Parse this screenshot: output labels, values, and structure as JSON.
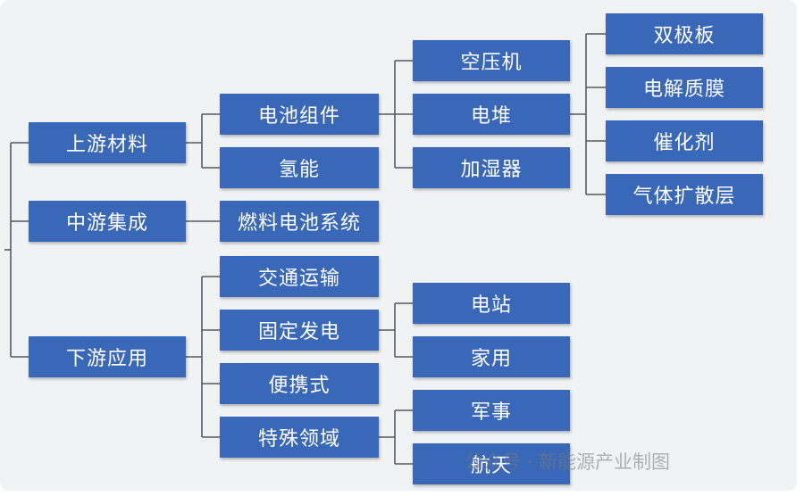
{
  "diagram": {
    "level1": {
      "upstream": "上游材料",
      "midstream": "中游集成",
      "downstream": "下游应用"
    },
    "level2": {
      "battery_components": "电池组件",
      "hydrogen_energy": "氢能",
      "fuel_cell_system": "燃料电池系统",
      "transportation": "交通运输",
      "stationary_power": "固定发电",
      "portable": "便携式",
      "special_fields": "特殊领域"
    },
    "level3": {
      "air_compressor": "空压机",
      "stack": "电堆",
      "humidifier": "加湿器",
      "power_station": "电站",
      "household": "家用",
      "military": "军事",
      "aerospace": "航天"
    },
    "level4": {
      "bipolar_plate": "双极板",
      "electrolyte_membrane": "电解质膜",
      "catalyst": "催化剂",
      "gas_diffusion_layer": "气体扩散层"
    }
  },
  "watermark": "公众号 · 新能源产业制图"
}
